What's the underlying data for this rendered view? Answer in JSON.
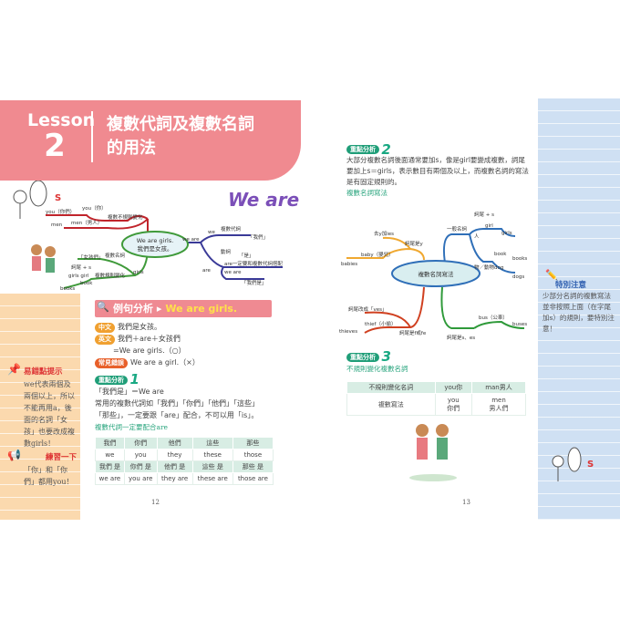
{
  "left_page": {
    "lesson_label": "Lesson",
    "lesson_number": "2",
    "title_line1": "複數代詞及複數名詞",
    "title_line2": "的用法",
    "mindmap": {
      "center_line1": "We are girls.",
      "center_line2": "我們是女孩。",
      "we_are_logo": "We are",
      "branches": [
        "you（你們）",
        "you（你）",
        "複數不規則變化",
        "men",
        "men（男人）",
        "「女孩們」",
        "複數名詞",
        "詞尾 + s",
        "girls girl",
        "複數規則變化",
        "girls",
        "book",
        "books",
        "we are",
        "we",
        "複數代詞",
        "「我們」",
        "動詞",
        "「是」",
        "are",
        "are一定要和複數代詞搭配",
        "we are",
        "「我們是」"
      ]
    },
    "example": {
      "heading": "例句分析",
      "sentence": "We are girls.",
      "zh_tag": "中文",
      "zh": "我們是女孩。",
      "en_tag": "英文",
      "en": "我們＋are＋女孩們",
      "en2": "=We are girls.（○）",
      "err_tag": "常見錯誤",
      "err": "We are a girl.（×）"
    },
    "key1": {
      "tag": "重點分析",
      "num": "1",
      "line1": "「我們是」＝We are",
      "line2": "常用的複數代詞如「我們」「你們」「他們」「這些」",
      "line3": "「那些」，一定要跟「are」配合，不可以用「is」。",
      "table_title": "複數代詞一定要配合are",
      "rows": [
        [
          "我們",
          "你們",
          "他們",
          "這些",
          "那些"
        ],
        [
          "we",
          "you",
          "they",
          "these",
          "those"
        ],
        [
          "我們 是",
          "你們 是",
          "他們 是",
          "這些 是",
          "那些 是"
        ],
        [
          "we are",
          "you are",
          "they are",
          "these are",
          "those are"
        ]
      ]
    },
    "sidebar": {
      "tip1_title": "易錯點提示",
      "tip1_text": "we代表兩個及兩個以上，所以不能再用a，後面的名詞「女孩」也要改成複數girls！",
      "tip2_title": "練習一下",
      "tip2_text": "「你」和「你們」都用you！"
    },
    "page_number": "12"
  },
  "right_page": {
    "key2": {
      "tag": "重點分析",
      "num": "2",
      "line1": "大部分複數名詞後面通常要加s，像是girl要變成複數，詞尾",
      "line2": "要加上s＝girls，表示數目有兩個及以上，而複數名詞的寫法",
      "line3": "是有固定規則的。",
      "subtitle": "複數名詞寫法"
    },
    "mindmap": {
      "center": "複數名詞寫法",
      "branches": [
        "一般名詞",
        "人",
        "girl",
        "girls",
        "物／動物",
        "book",
        "books",
        "dog",
        "dogs",
        "詞尾 + s",
        "bus（公車）",
        "buses",
        "詞尾是s、es",
        "詞尾是f或fe",
        "thief（小偷）",
        "thieves",
        "詞尾改成「ves」",
        "詞尾是y",
        "baby（嬰兒）",
        "babies",
        "去y加ies"
      ]
    },
    "key3": {
      "tag": "重點分析",
      "num": "3",
      "subtitle": "不規則變化複數名詞",
      "header": [
        "不規則變化名詞",
        "you你",
        "man男人"
      ],
      "row_label": "複數寫法",
      "row": [
        [
          "you",
          "你們"
        ],
        [
          "men",
          "男人們"
        ]
      ]
    },
    "sidebar": {
      "note_title": "特別注意",
      "note_text": "少部分名詞的複數寫法並非按照上面（在字尾加s）的規則，要特別注意！"
    },
    "page_number": "13"
  },
  "colors": {
    "header_pink": "#f08a90",
    "sidebar_orange": "#fbd9ae",
    "sidebar_blue": "#cfe0f3",
    "key_green": "#1f9e78"
  }
}
